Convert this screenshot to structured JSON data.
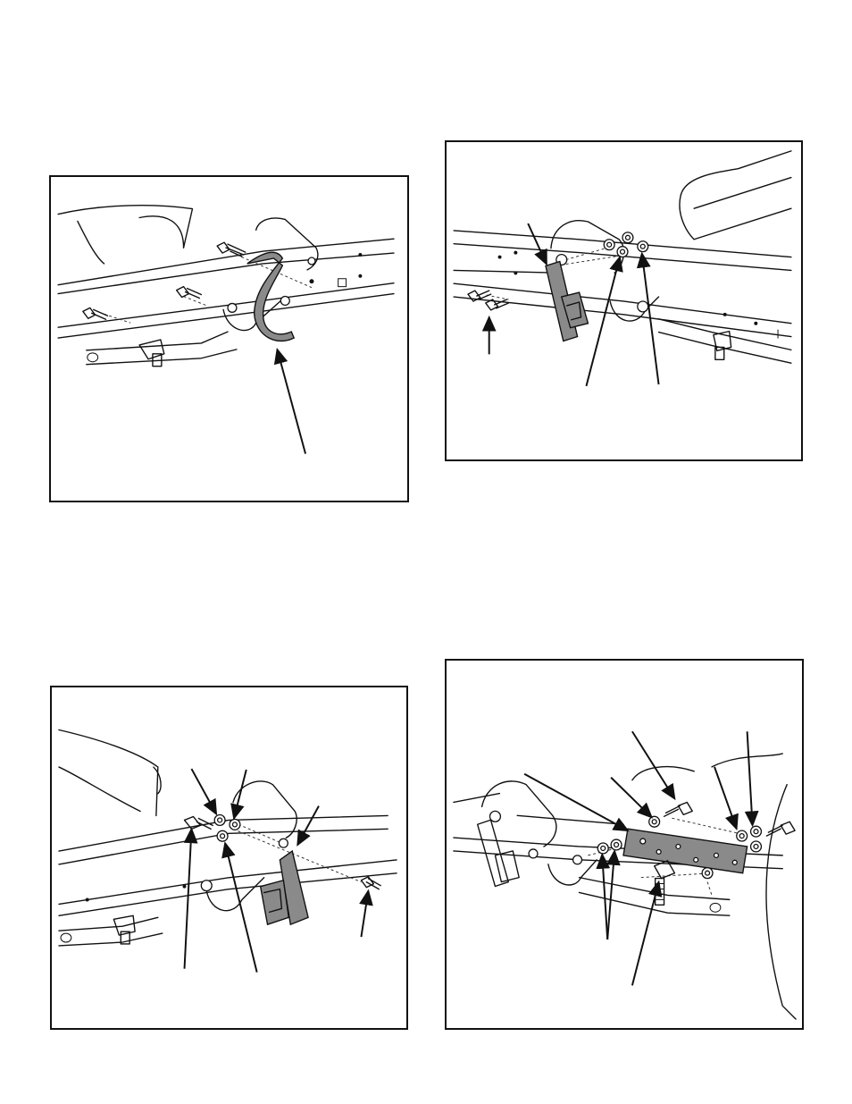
{
  "page": {
    "figures": [
      {
        "id": "fig1",
        "content": "wrench-bracket-install"
      },
      {
        "id": "fig2",
        "content": "brake-rod-bracket-install"
      },
      {
        "id": "fig3",
        "content": "bracket-hardware-install"
      },
      {
        "id": "fig4",
        "content": "plate-bracket-install"
      }
    ]
  },
  "colors": {
    "line": "#111111",
    "part_fill": "#8a8a8a",
    "background": "#ffffff"
  }
}
